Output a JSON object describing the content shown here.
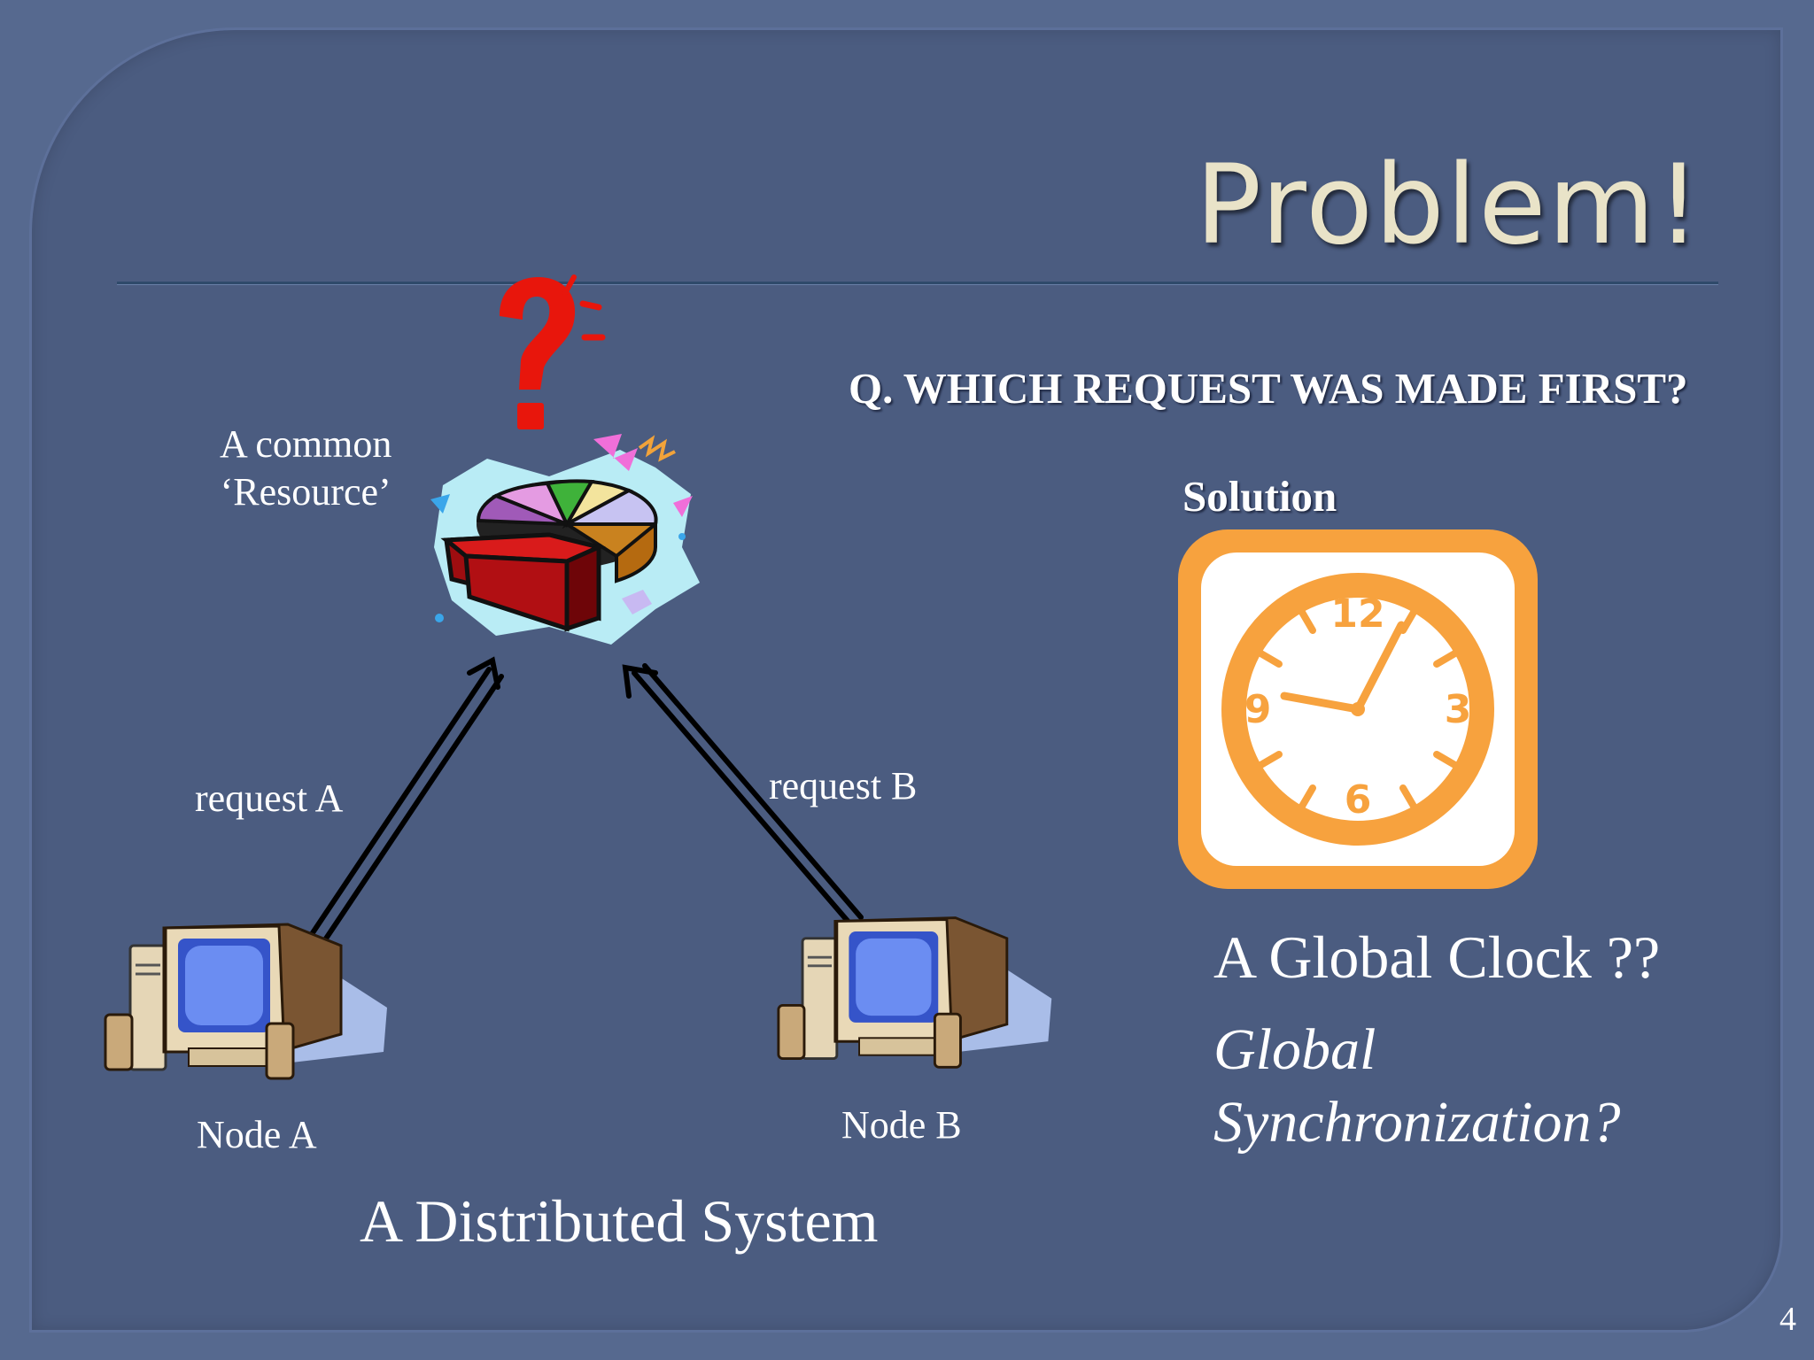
{
  "slide": {
    "title": "Problem!",
    "question": "Q. WHICH REQUEST WAS MADE FIRST?",
    "solution_label": "Solution",
    "resource_label_line1": "A common",
    "resource_label_line2": "‘Resource’",
    "request_a": "request A",
    "request_b": "request B",
    "node_a": "Node A",
    "node_b": "Node B",
    "system_caption": "A Distributed System",
    "global_clock": "A Global Clock  ??",
    "global_sync_line1": "Global",
    "global_sync_line2": "Synchronization?",
    "page_number": "4"
  },
  "clock": {
    "numerals": [
      "12",
      "3",
      "6",
      "9"
    ]
  },
  "icons": {
    "resource": "pie-chart-resource-icon",
    "question_mark": "question-mark-icon",
    "computer": "desktop-computer-icon",
    "clock": "clock-icon"
  },
  "colors": {
    "background": "#4b5c80",
    "title": "#e9e3c8",
    "clock_orange": "#f7a23e",
    "question_red": "#e8160c"
  }
}
